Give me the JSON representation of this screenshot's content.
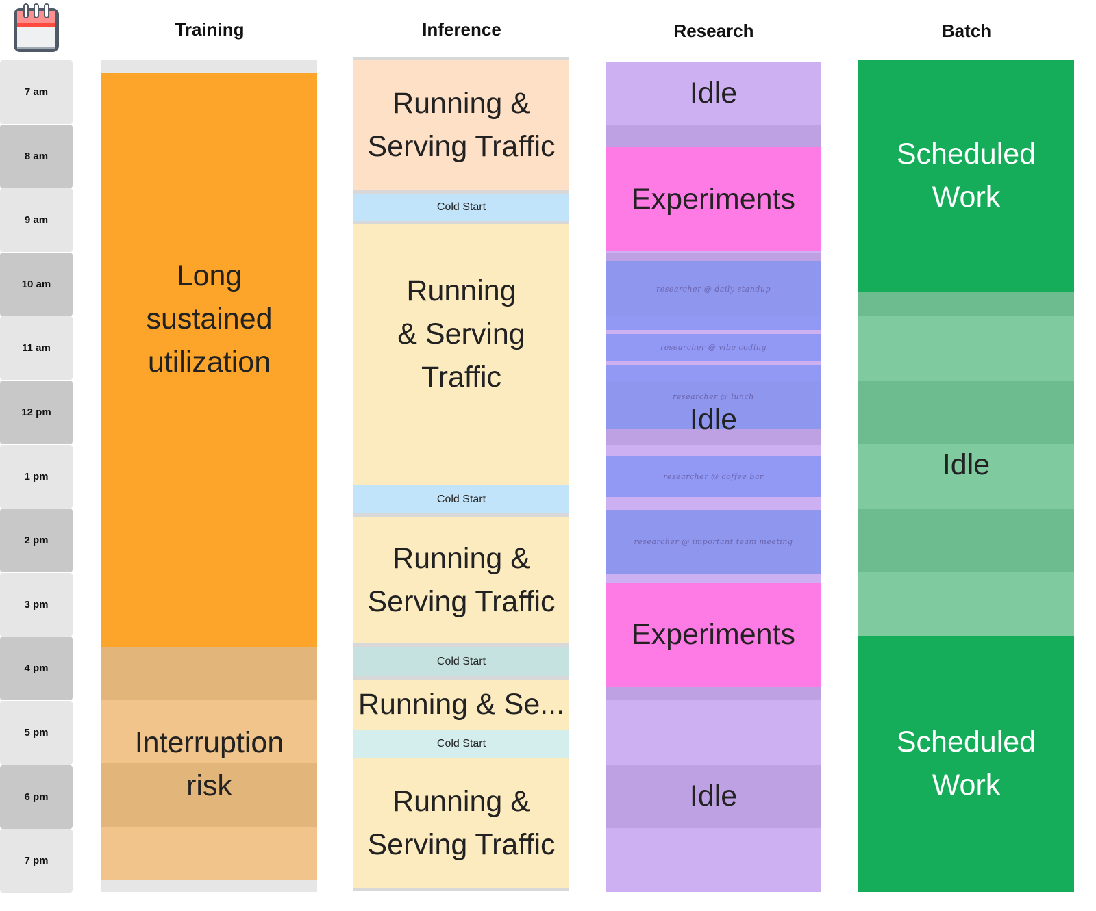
{
  "headers": [
    "Training",
    "Inference",
    "Research",
    "Batch"
  ],
  "times": [
    "7 am",
    "8 am",
    "9 am",
    "10 am",
    "11 am",
    "12 pm",
    "1 pm",
    "2 pm",
    "3 pm",
    "4 pm",
    "5 pm",
    "6 pm",
    "7 pm"
  ],
  "training": {
    "long": "Long sustained utilization",
    "interrupt": "Interruption risk"
  },
  "inference": {
    "running": "Running & Serving Traffic",
    "running_trunc": "Running & Se...",
    "cold": "Cold Start"
  },
  "research": {
    "idle": "Idle",
    "experiments": "Experiments",
    "standup": "researcher @ daily standup",
    "vibe": "researcher @ vibe coding",
    "lunch": "researcher @ lunch",
    "coffee": "researcher @ coffee bar",
    "meeting": "researcher @ important team meeting"
  },
  "batch": {
    "scheduled": "Scheduled Work",
    "idle": "Idle"
  }
}
